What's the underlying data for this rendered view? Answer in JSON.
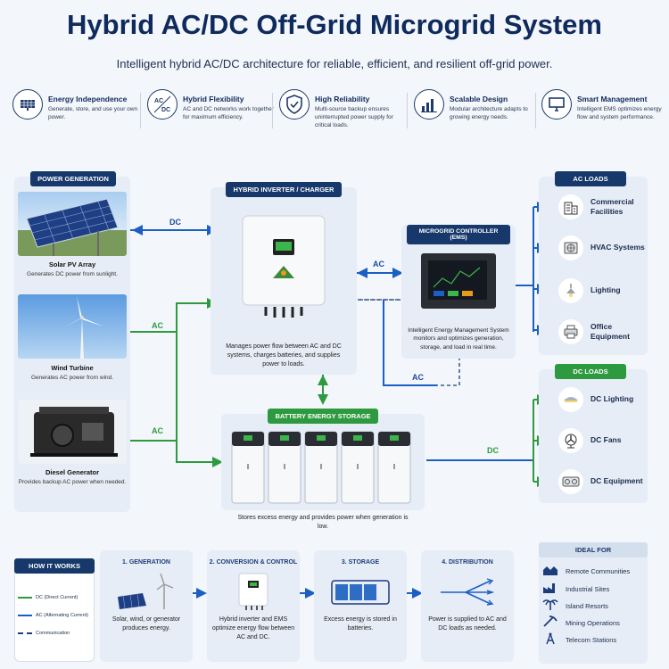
{
  "title": "Hybrid AC/DC Off-Grid Microgrid System",
  "subtitle": "Intelligent hybrid AC/DC architecture for reliable, efficient, and resilient off-grid power.",
  "features": [
    {
      "icon": "solar-panel-icon",
      "title": "Energy Independence",
      "desc": "Generate, store, and use your own power."
    },
    {
      "icon": "ac-dc-icon",
      "icon_text_top": "AC",
      "icon_text_bottom": "DC",
      "title": "Hybrid Flexibility",
      "desc": "AC and DC networks work together for maximum efficiency."
    },
    {
      "icon": "shield-check-icon",
      "title": "High Reliability",
      "desc": "Multi-source backup ensures uninterrupted power supply for critical loads."
    },
    {
      "icon": "bar-chart-icon",
      "title": "Scalable Design",
      "desc": "Modular architecture adapts to growing energy needs."
    },
    {
      "icon": "monitor-icon",
      "title": "Smart Management",
      "desc": "Intelligent EMS optimizes energy flow and system performance."
    }
  ],
  "generation": {
    "tag": "POWER GENERATION",
    "items": [
      {
        "name": "Solar PV Array",
        "desc": "Generates DC power from sunlight."
      },
      {
        "name": "Wind Turbine",
        "desc": "Generates AC power from wind."
      },
      {
        "name": "Diesel Generator",
        "desc": "Provides backup AC power when needed."
      }
    ]
  },
  "inverter": {
    "tag": "HYBRID INVERTER / CHARGER",
    "desc": "Manages power flow between AC and DC systems, charges batteries, and supplies power to loads."
  },
  "controller": {
    "tag": "MICROGRID CONTROLLER (EMS)",
    "desc": "Intelligent Energy Management System monitors and optimizes generation, storage, and load in real time."
  },
  "storage": {
    "tag": "BATTERY ENERGY STORAGE",
    "desc": "Stores excess energy and provides power when generation is low.",
    "units": 5
  },
  "ac_loads": {
    "tag": "AC LOADS",
    "items": [
      {
        "icon": "building-icon",
        "label": "Commercial Facilities"
      },
      {
        "icon": "hvac-icon",
        "label": "HVAC Systems"
      },
      {
        "icon": "lamp-icon",
        "label": "Lighting"
      },
      {
        "icon": "printer-icon",
        "label": "Office Equipment"
      }
    ]
  },
  "dc_loads": {
    "tag": "DC LOADS",
    "items": [
      {
        "icon": "dc-lamp-icon",
        "label": "DC Lighting"
      },
      {
        "icon": "fan-icon",
        "label": "DC Fans"
      },
      {
        "icon": "dc-device-icon",
        "label": "DC Equipment"
      }
    ]
  },
  "flow_labels": {
    "dc1": "DC",
    "ac1": "AC",
    "ac2": "AC",
    "ac_ctrl": "AC",
    "ac_ctrl2": "AC",
    "dc_load": "DC"
  },
  "how_it_works": {
    "tag": "HOW IT WORKS",
    "legend": [
      {
        "label": "DC (Direct Current)",
        "color": "#2e9a3f"
      },
      {
        "label": "AC (Alternating Current)",
        "color": "#1b5fc4"
      },
      {
        "label": "Communication",
        "color": "#1b3d7a"
      }
    ],
    "steps": [
      {
        "title": "1. GENERATION",
        "desc": "Solar, wind, or generator produces energy."
      },
      {
        "title": "2. CONVERSION & CONTROL",
        "desc": "Hybrid inverter and EMS optimize energy flow between AC and DC."
      },
      {
        "title": "3. STORAGE",
        "desc": "Excess energy is stored in batteries."
      },
      {
        "title": "4. DISTRIBUTION",
        "desc": "Power is supplied to AC and DC loads as needed."
      }
    ]
  },
  "ideal_for": {
    "tag": "IDEAL FOR",
    "items": [
      {
        "icon": "community-icon",
        "label": "Remote Communities"
      },
      {
        "icon": "factory-icon",
        "label": "Industrial Sites"
      },
      {
        "icon": "palm-icon",
        "label": "Island Resorts"
      },
      {
        "icon": "mining-icon",
        "label": "Mining Operations"
      },
      {
        "icon": "tower-icon",
        "label": "Telecom Stations"
      }
    ]
  },
  "colors": {
    "navy": "#17386b",
    "green": "#2e9a3f",
    "blue": "#1b5fc4",
    "panel": "#e6edf6"
  }
}
